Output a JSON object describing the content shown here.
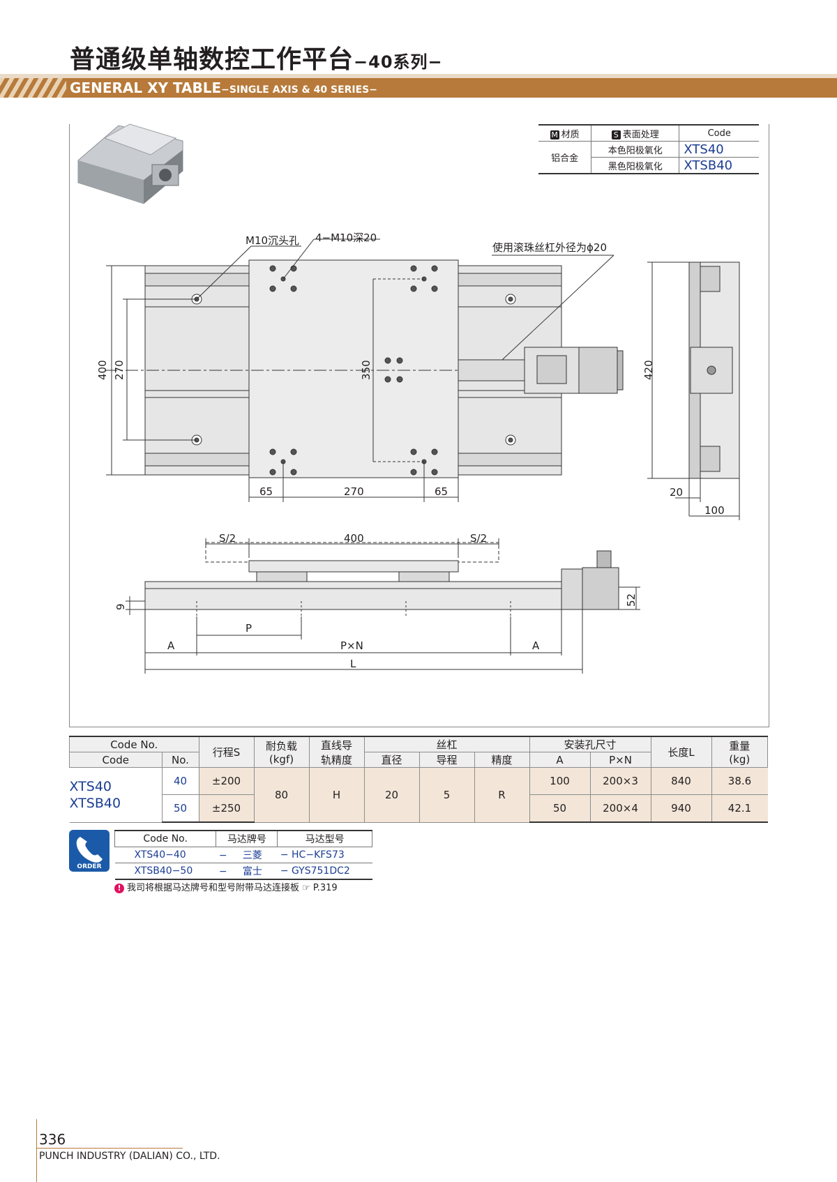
{
  "header": {
    "title_cn": "普通级单轴数控工作平台",
    "title_cn_series": "−40系列−",
    "title_en": "GENERAL XY TABLE",
    "title_en_sub": "−SINGLE AXIS & 40 SERIES−"
  },
  "spec_table": {
    "material_tag": "M",
    "material_label": "材质",
    "surface_tag": "S",
    "surface_label": "表面处理",
    "code_label": "Code",
    "material_value": "铝合金",
    "rows": [
      {
        "surface": "本色阳极氧化",
        "code": "XTS40"
      },
      {
        "surface": "黑色阳极氧化",
        "code": "XTSB40"
      }
    ]
  },
  "drawing": {
    "label_counterbore": "M10沉头孔",
    "label_thread": "4−M10深20",
    "label_ballscrew": "使用滚珠丝杠外径为ϕ20",
    "dim_400_v": "400",
    "dim_270_v": "270",
    "dim_350": "350",
    "dim_65_left": "65",
    "dim_270_h": "270",
    "dim_65_right": "65",
    "dim_420": "420",
    "dim_20": "20",
    "dim_100": "100",
    "dim_s2_left": "S/2",
    "dim_400_h": "400",
    "dim_s2_right": "S/2",
    "dim_9": "9",
    "dim_52": "52",
    "dim_p": "P",
    "dim_a_left": "A",
    "dim_pxn": "P×N",
    "dim_a_right": "A",
    "dim_l": "L"
  },
  "main_table": {
    "headers": {
      "code_no": "Code No.",
      "code": "Code",
      "no": "No.",
      "stroke": "行程S",
      "load": "耐负载",
      "load_unit": "(kgf)",
      "rail": "直线导",
      "rail2": "轨精度",
      "screw": "丝杠",
      "screw_dia": "直径",
      "screw_lead": "导程",
      "screw_precision": "精度",
      "mount": "安装孔尺寸",
      "mount_a": "A",
      "mount_pxn": "P×N",
      "length": "长度L",
      "weight": "重量",
      "weight_unit": "(kg)"
    },
    "codes": [
      "XTS40",
      "XTSB40"
    ],
    "shared": {
      "load": "80",
      "rail": "H",
      "dia": "20",
      "lead": "5",
      "precision": "R"
    },
    "rows": [
      {
        "no": "40",
        "stroke": "±200",
        "a": "100",
        "pxn": "200×3",
        "length": "840",
        "weight": "38.6"
      },
      {
        "no": "50",
        "stroke": "±250",
        "a": "50",
        "pxn": "200×4",
        "length": "940",
        "weight": "42.1"
      }
    ]
  },
  "order": {
    "icon_label": "ORDER",
    "headers": [
      "Code No.",
      "马达牌号",
      "马达型号"
    ],
    "rows": [
      {
        "code": "XTS40−40",
        "sep1": "−",
        "brand": "三菱",
        "sep2": "−",
        "model": "HC−KFS73"
      },
      {
        "code": "XTSB40−50",
        "sep1": "−",
        "brand": "富士",
        "sep2": "−",
        "model": "GYS751DC2"
      }
    ],
    "note_mark": "!",
    "note": "我司将根据马达牌号和型号附带马达连接板 ☞ P.319"
  },
  "footer": {
    "page": "336",
    "company": "PUNCH INDUSTRY (DALIAN) CO., LTD."
  }
}
